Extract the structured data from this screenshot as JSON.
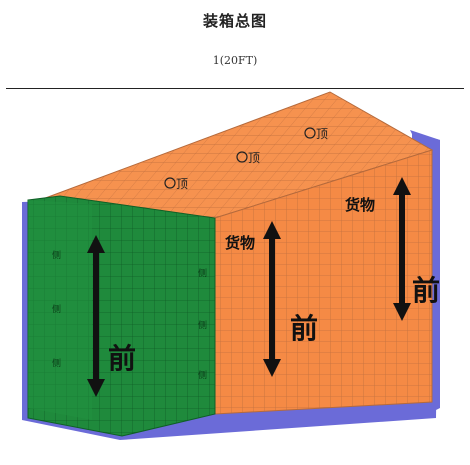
{
  "header": {
    "title": "装箱总图",
    "subtitle": "1(20FT)"
  },
  "labels": {
    "cargo": "货物",
    "front": "前",
    "top": "顶",
    "side": "侧"
  },
  "colors": {
    "orange": "#f58a45",
    "green": "#1f8a3c",
    "blue": "#6b6bd8",
    "grid": "#b56a3c",
    "arrow": "#111111"
  }
}
